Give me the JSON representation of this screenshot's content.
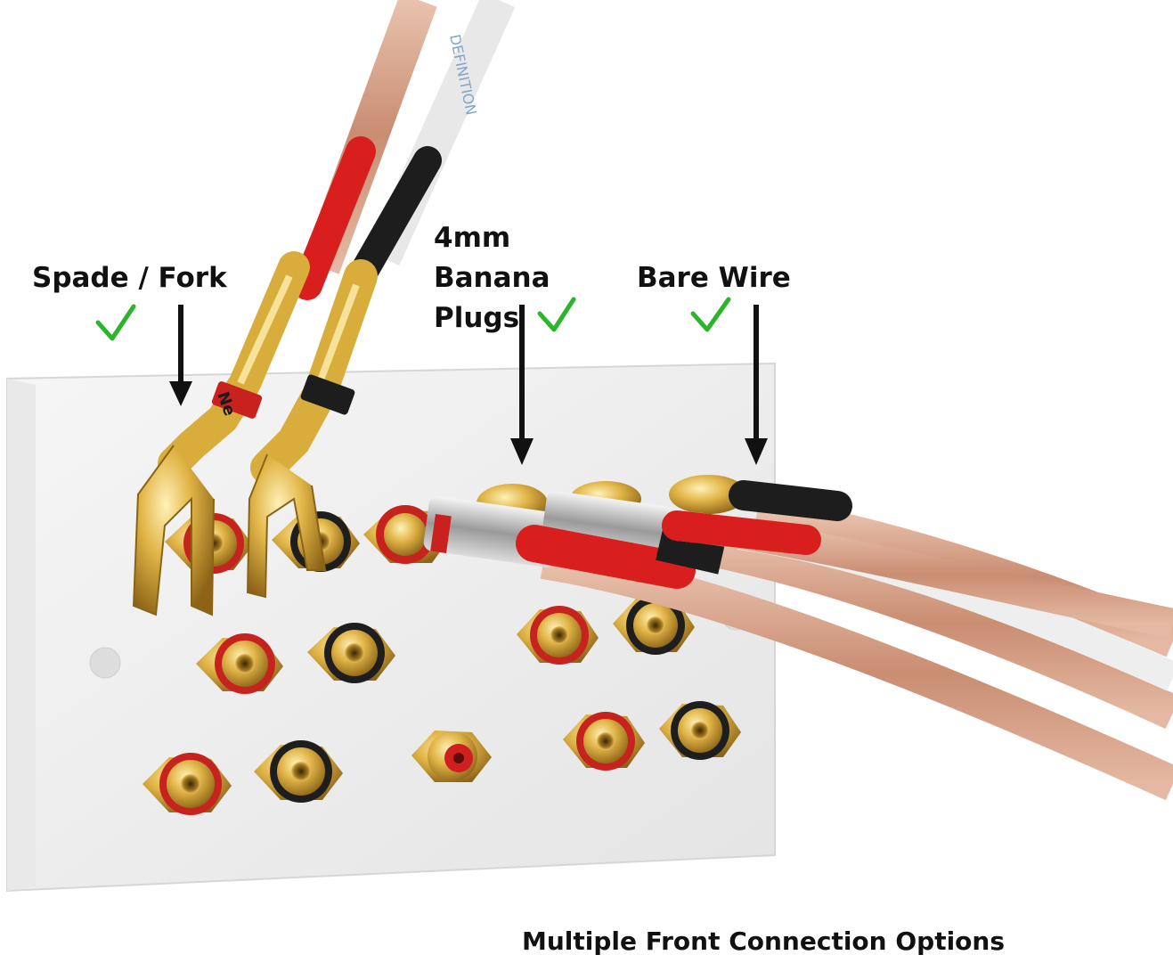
{
  "labels": {
    "spade_fork": "Spade / Fork",
    "banana_line1": "4mm",
    "banana_line2": "Banana",
    "banana_line3": "Plugs",
    "bare_wire": "Bare Wire"
  },
  "caption": "Multiple Front Connection Options",
  "cable_print_text": "DEFINITION",
  "connector_brand_mark": "Ne",
  "colors": {
    "plate": "#f1f1f1",
    "check": "#2bb52b",
    "arrow": "#111111",
    "gold": "#d4a93a",
    "red": "#d91e1e",
    "black": "#1d1d1d",
    "copper": "#d9a98f"
  },
  "icons": [
    "check-icon",
    "arrow-down-icon"
  ]
}
